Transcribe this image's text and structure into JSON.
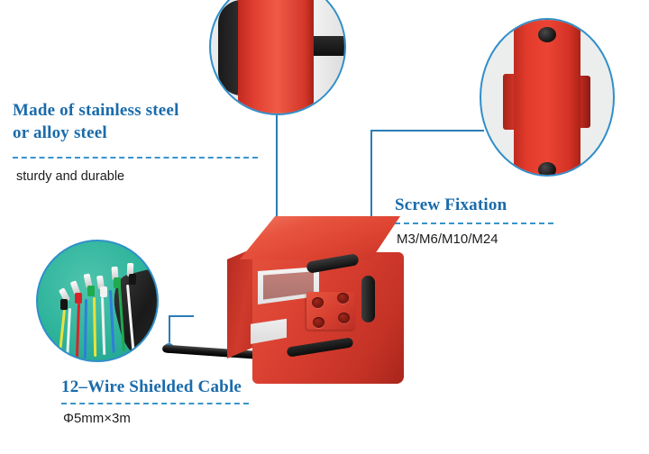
{
  "page": {
    "background": "#ffffff",
    "accent_blue": "#1a6bab",
    "line_blue": "#2b7cb5",
    "product_red": "#d93f30"
  },
  "callouts": [
    {
      "id": "material",
      "title_line1": "Made of stainless steel",
      "title_line2": "or alloy steel",
      "subtitle": "sturdy and durable"
    },
    {
      "id": "screw-fixation",
      "title": "Screw Fixation",
      "subtitle": "M3/M6/M10/M24"
    },
    {
      "id": "cable",
      "title": "12–Wire Shielded Cable",
      "subtitle": "Φ5mm×3m"
    }
  ],
  "magnifiers": [
    {
      "id": "cap-detail",
      "description": "red body end with black rubber cap"
    },
    {
      "id": "screw-detail",
      "description": "top view of red body with two screw holes"
    },
    {
      "id": "wire-detail",
      "description": "multi-colour shielded cable wires on ESD mat"
    }
  ],
  "product": {
    "name": "s-type-load-cell",
    "body_color": "#d93f30",
    "plug_color": "#141414",
    "cable_color": "#1b1b1b",
    "screw_hole_count": 4
  },
  "icons": {
    "leader_dot": "dot-marker-icon",
    "leader_line": "leader-line-icon",
    "magnifier_circle": "magnifier-circle-icon"
  }
}
